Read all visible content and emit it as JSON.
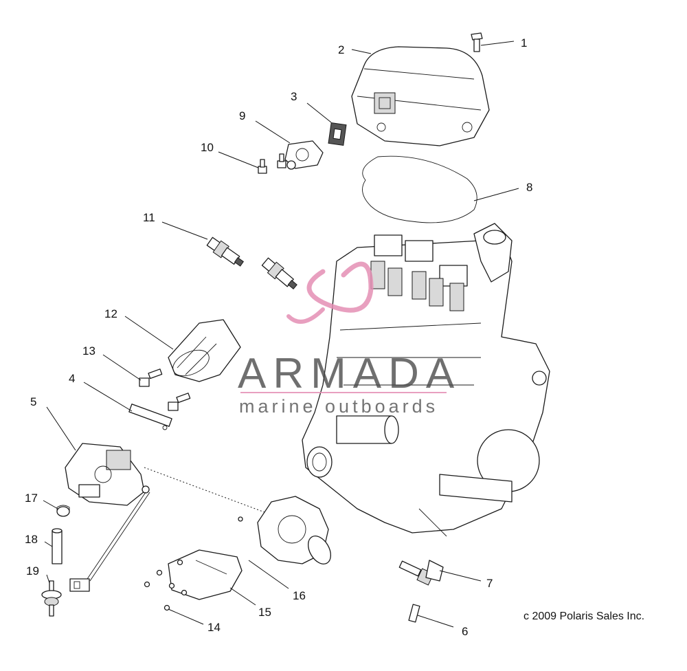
{
  "diagram": {
    "callouts": [
      "1",
      "2",
      "3",
      "4",
      "5",
      "6",
      "7",
      "8",
      "9",
      "10",
      "11",
      "12",
      "13",
      "14",
      "15",
      "16",
      "17",
      "18",
      "19"
    ],
    "copyright": "c 2009 Polaris Sales Inc.",
    "watermark": {
      "brand": "ARMADA",
      "tagline": "marine outboards",
      "accent_color": "#e48fb4"
    },
    "stroke_color": "#1a1a1a"
  }
}
